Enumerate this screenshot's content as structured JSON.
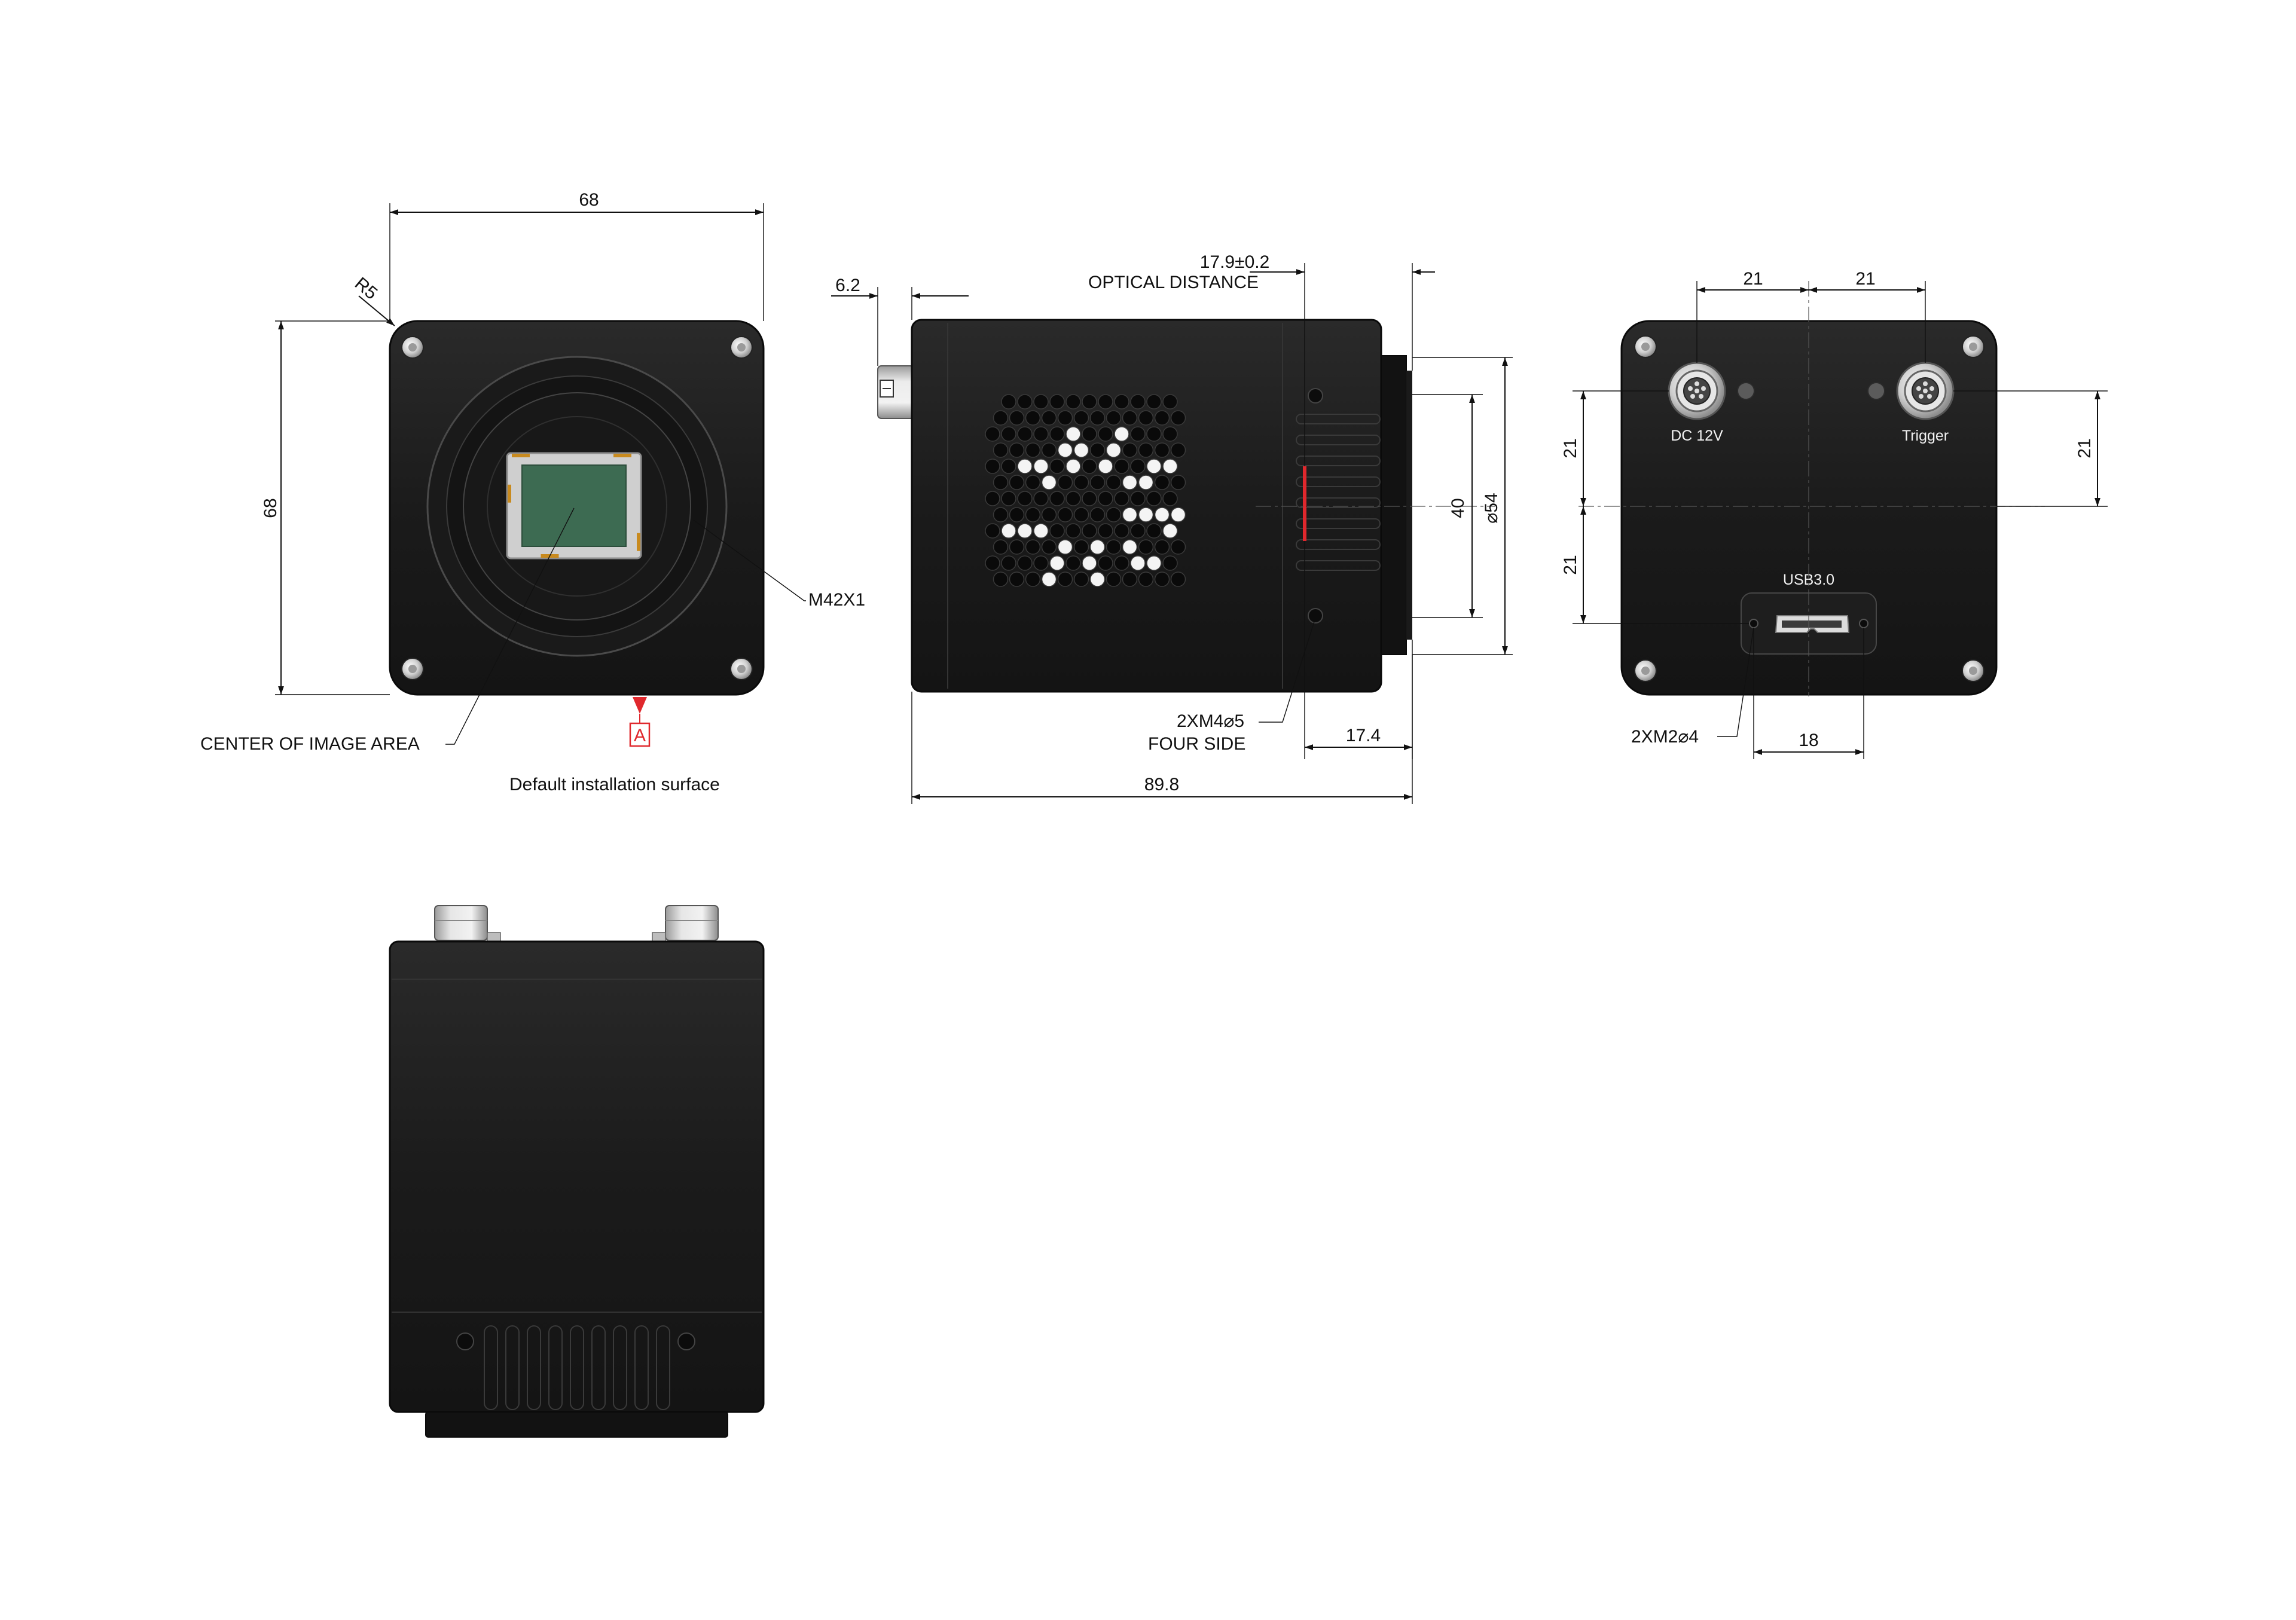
{
  "colors": {
    "body": "#1c1c1c",
    "body_edge": "#3a3a3a",
    "sensor": "#3d6b52",
    "sensor_frame": "#c9c9c9",
    "sensor_pads": "#c88a1e",
    "marker": "#e0282d",
    "screw": "#d8d8d8",
    "connector": "#cfcfcf"
  },
  "front_view": {
    "width_dim": "68",
    "height_dim": "68",
    "radius_dim": "R5",
    "mount_label": "M42X1",
    "center_label": "CENTER OF IMAGE AREA",
    "datum_label": "A",
    "install_label": "Default installation surface"
  },
  "side_view": {
    "connector_dim": "6.2",
    "optical_dim": "17.9±0.2",
    "optical_label": "OPTICAL DISTANCE",
    "inner_dim": "40",
    "outer_dim": "⌀54",
    "thread_label": "2XM4⌀5",
    "thread_note": "FOUR SIDE",
    "flange_dim": "17.4",
    "length_dim": "89.8"
  },
  "rear_view": {
    "spacing_left": "21",
    "spacing_right": "21",
    "vert_upper": "21",
    "vert_lower": "21",
    "vert_right": "21",
    "power_label": "DC 12V",
    "trigger_label": "Trigger",
    "usb_label": "USB3.0",
    "usb_thread_label": "2XM2⌀4",
    "usb_spacing": "18"
  },
  "icons": [
    "mounting-screw-icon",
    "lemo-connector-icon",
    "usb3-micro-b-port-icon",
    "datum-triangle-icon"
  ]
}
